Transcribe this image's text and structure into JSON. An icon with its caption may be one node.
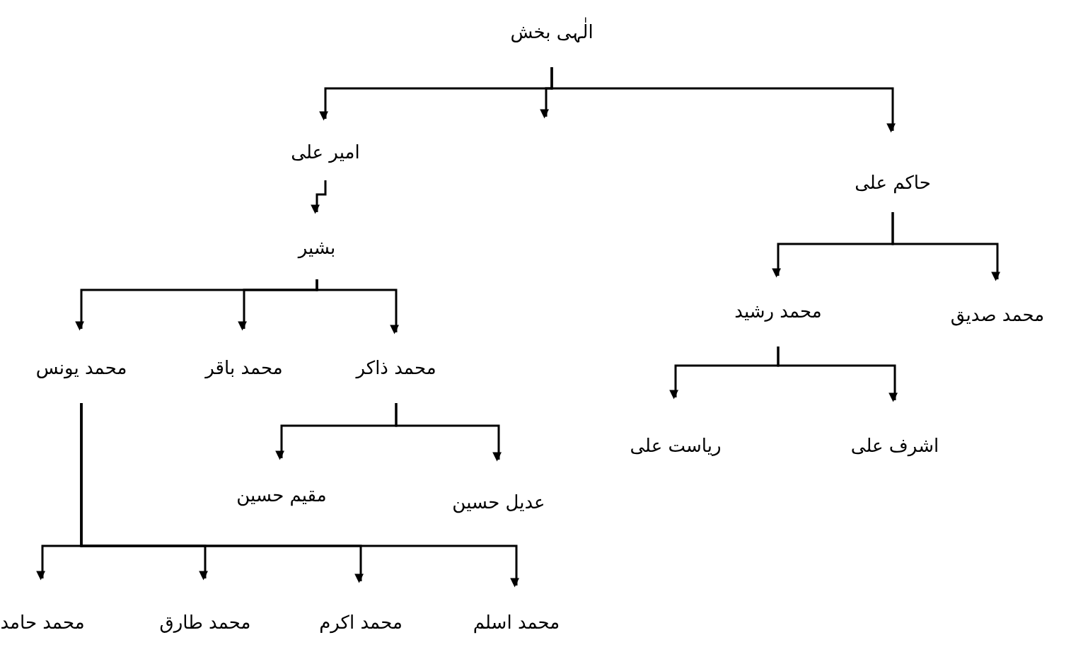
{
  "diagram": {
    "nodes": [
      {
        "text": [
          "الٰہی بخش"
        ]
      },
      {
        "text": [
          "امیر علی"
        ]
      },
      {
        "text": [
          "حاکم علی"
        ]
      },
      {
        "text": [
          "بشیر"
        ]
      },
      {
        "text": [
          "محمد رشید"
        ]
      },
      {
        "text": [
          "محمد صدیق"
        ]
      },
      {
        "text": [
          "محمد یونس"
        ]
      },
      {
        "text": [
          "محمد باقر"
        ]
      },
      {
        "text": [
          "محمد ذاکر"
        ]
      },
      {
        "text": [
          "ریاست علی"
        ]
      },
      {
        "text": [
          "اشرف علی"
        ]
      },
      {
        "text": [
          "مقیم حسین"
        ]
      },
      {
        "text": [
          "عدیل حسین"
        ]
      },
      {
        "text": [
          "محمد حامد"
        ]
      },
      {
        "text": [
          "محمد طارق"
        ]
      },
      {
        "text": [
          "محمد اکرم"
        ]
      },
      {
        "text": [
          "محمد اسلم"
        ]
      }
    ],
    "edges": [
      {
        "from": 0,
        "to": 1,
        "arrow": "to"
      },
      {
        "from": 0,
        "to": null,
        "arrow": "to"
      },
      {
        "from": 0,
        "to": 2,
        "arrow": "to"
      },
      {
        "from": 1,
        "to": 3,
        "arrow": "to"
      },
      {
        "from": 3,
        "to": 6,
        "arrow": "to"
      },
      {
        "from": 3,
        "to": 7,
        "arrow": "to"
      },
      {
        "from": 3,
        "to": 8,
        "arrow": "to"
      },
      {
        "from": 2,
        "to": 4,
        "arrow": "to"
      },
      {
        "from": 2,
        "to": 5,
        "arrow": "to"
      },
      {
        "from": 4,
        "to": 9,
        "arrow": "to"
      },
      {
        "from": 4,
        "to": 10,
        "arrow": "to"
      },
      {
        "from": 8,
        "to": 11,
        "arrow": "to"
      },
      {
        "from": 8,
        "to": 12,
        "arrow": "to"
      },
      {
        "from": 6,
        "to": 13,
        "arrow": "to"
      },
      {
        "from": 6,
        "to": 14,
        "arrow": "to"
      },
      {
        "from": 6,
        "to": 15,
        "arrow": "to"
      },
      {
        "from": 6,
        "to": 16,
        "arrow": "to"
      }
    ]
  }
}
